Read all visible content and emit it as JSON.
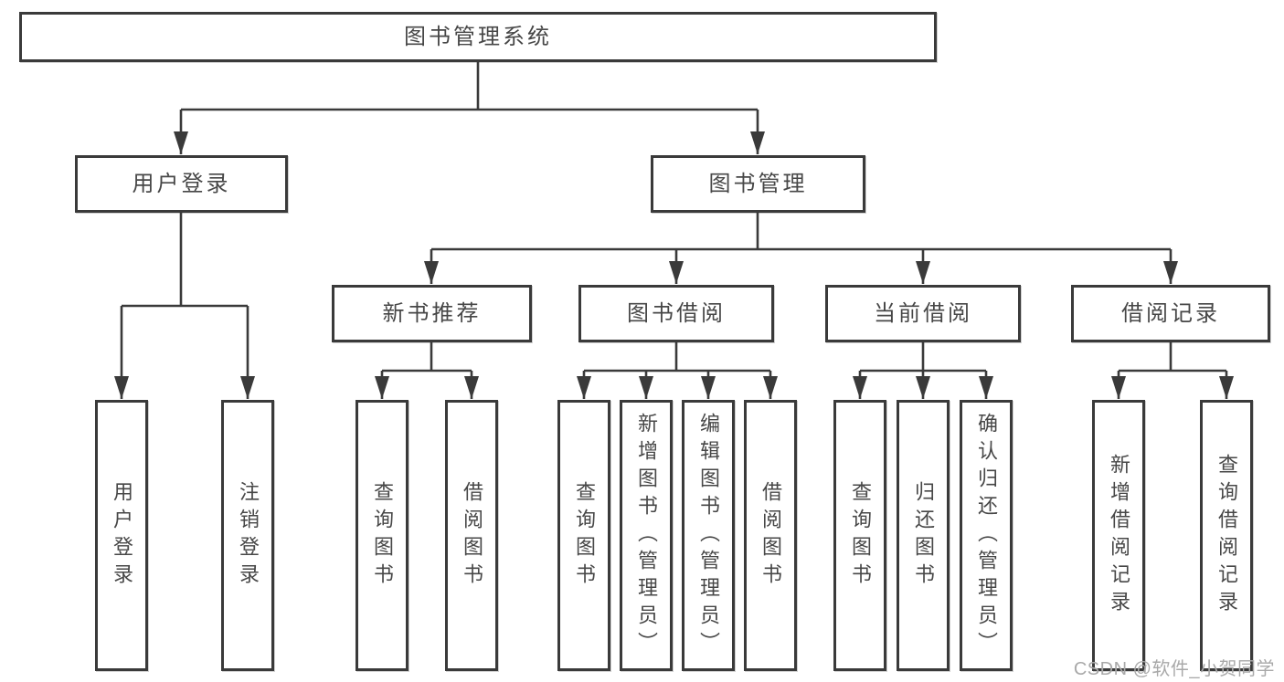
{
  "diagram": {
    "title": "图书管理系统",
    "watermark": {
      "text": "CSDN @软件_小贺同学"
    },
    "colors": {
      "background": "#ffffff",
      "box_border": "#3a3a3a",
      "connector_line": "#3a3a3a",
      "label_text": "#474747",
      "watermark_text": "#a9a9a9"
    },
    "nodes": {
      "root": {
        "label": "图书管理系统"
      },
      "user_login": {
        "label": "用户登录"
      },
      "book_management": {
        "label": "图书管理"
      },
      "new_book_recommend": {
        "label": "新书推荐"
      },
      "book_borrow": {
        "label": "图书借阅"
      },
      "current_borrow": {
        "label": "当前借阅"
      },
      "borrow_records": {
        "label": "借阅记录"
      },
      "user_login_leaf": {
        "label": "用户登录"
      },
      "logout_leaf": {
        "label": "注销登录"
      },
      "query_book_a": {
        "label": "查询图书"
      },
      "borrow_book_a": {
        "label": "借阅图书"
      },
      "query_book_b": {
        "label": "查询图书"
      },
      "add_book_admin": {
        "label": "新增图书（管理员）"
      },
      "edit_book_admin": {
        "label": "编辑图书（管理员）"
      },
      "borrow_book_b": {
        "label": "借阅图书"
      },
      "query_book_c": {
        "label": "查询图书"
      },
      "return_book": {
        "label": "归还图书"
      },
      "confirm_return_admin": {
        "label": "确认归还（管理员）"
      },
      "add_borrow_record": {
        "label": "新增借阅记录"
      },
      "query_borrow_record": {
        "label": "查询借阅记录"
      }
    },
    "hierarchy": {
      "图书管理系统": [
        "用户登录",
        "图书管理"
      ],
      "用户登录": [
        "用户登录",
        "注销登录"
      ],
      "图书管理": [
        "新书推荐",
        "图书借阅",
        "当前借阅",
        "借阅记录"
      ],
      "新书推荐": [
        "查询图书",
        "借阅图书"
      ],
      "图书借阅": [
        "查询图书",
        "新增图书（管理员）",
        "编辑图书（管理员）",
        "借阅图书"
      ],
      "当前借阅": [
        "查询图书",
        "归还图书",
        "确认归还（管理员）"
      ],
      "借阅记录": [
        "新增借阅记录",
        "查询借阅记录"
      ]
    }
  }
}
